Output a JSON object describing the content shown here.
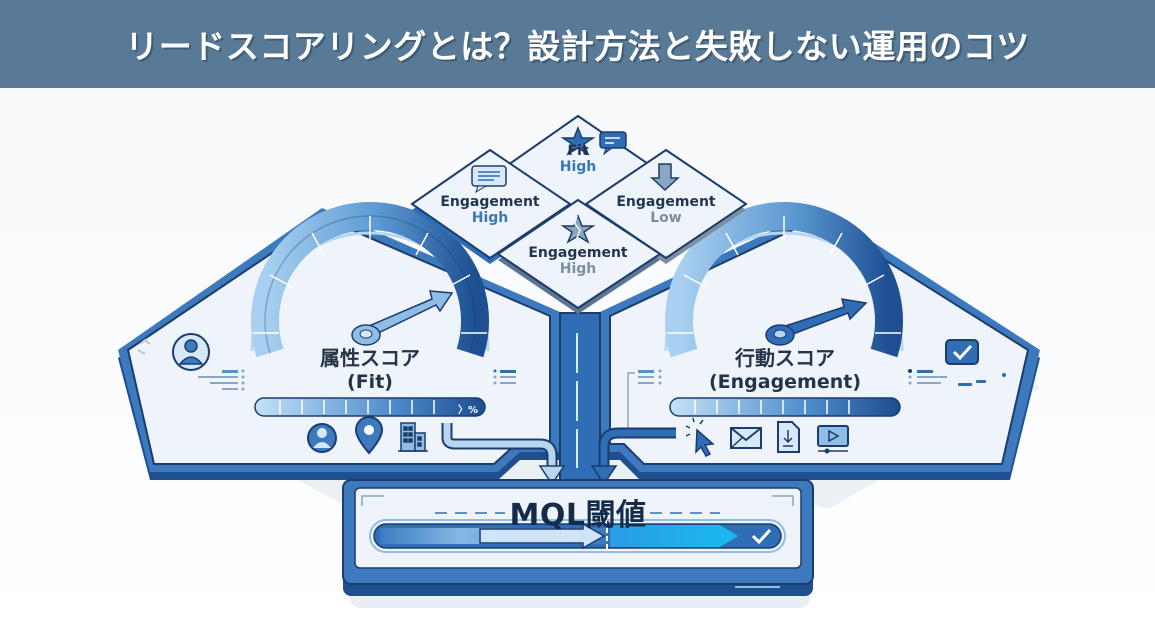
{
  "header": {
    "title": "リードスコアリングとは？設計方法と失敗しない運用のコツ",
    "background": "#587a96"
  },
  "quadrant_tiles": [
    {
      "id": "top",
      "icon": "star-icon",
      "secondary_icon": "chat-bubble-icon",
      "title": "Fit",
      "level": "High",
      "level_tone": "blue"
    },
    {
      "id": "left",
      "icon": "chat-bubble-icon",
      "title": "Engagement",
      "level": "High",
      "level_tone": "blue"
    },
    {
      "id": "right",
      "icon": "arrow-down-icon",
      "title": "Engagement",
      "level": "Low",
      "level_tone": "gray"
    },
    {
      "id": "bottom",
      "icon": "broken-star-icon",
      "title": "Engagement",
      "level": "High",
      "level_tone": "gray"
    }
  ],
  "left_panel": {
    "title": "属性スコア",
    "subtitle": "(Fit)",
    "gauge_level": 0.8,
    "bar_suffix": "〉%",
    "bar_segments": 10,
    "avatar_icon": "user-circle-icon",
    "attribute_icons": [
      "user-icon",
      "location-pin-icon",
      "building-icon"
    ]
  },
  "right_panel": {
    "title": "行動スコア",
    "subtitle": "(Engagement)",
    "gauge_level": 0.78,
    "bar_segments": 10,
    "status_icon": "checkbox-checked-icon",
    "behavior_icons": [
      "cursor-click-icon",
      "email-icon",
      "file-download-icon",
      "video-play-icon"
    ]
  },
  "threshold_panel": {
    "title": "MQL閾値",
    "threshold_position": 0.5,
    "status_icon": "check-icon"
  },
  "colors": {
    "dark_navy": "#1c3c6e",
    "primary_blue": "#2f6db5",
    "mid_blue": "#5a95cf",
    "light_blue": "#b8d6f0",
    "panel_fill": "#eef4fa",
    "accent_cyan": "#1aa8e8"
  }
}
